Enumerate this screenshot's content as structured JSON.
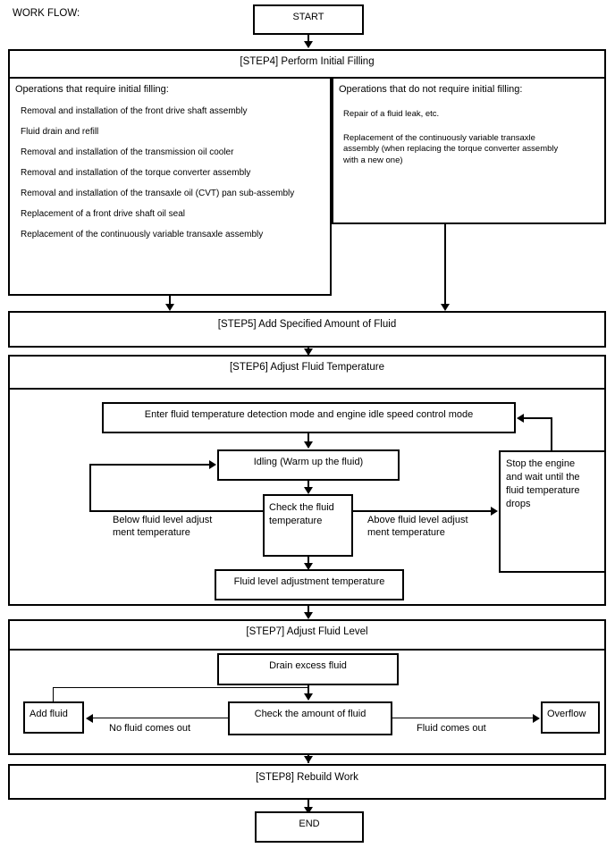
{
  "page": {
    "heading": "WORK FLOW:"
  },
  "nodes": {
    "start": "START",
    "end": "END"
  },
  "steps": {
    "step4": {
      "title": "[STEP4] Perform Initial Filling",
      "left_pane": {
        "title": "Operations that require initial filling:",
        "items": [
          "Removal and installation of the front drive shaft assembly",
          "Fluid drain and refill",
          "Removal and installation of the transmission oil cooler",
          "Removal and installation of the torque converter assembly",
          "Removal and installation of the transaxle oil (CVT) pan sub-assembly",
          "Replacement of a front drive shaft oil seal",
          "Replacement of the continuously variable transaxle assembly"
        ]
      },
      "right_pane": {
        "title": "Operations that do not require initial filling:",
        "items": [
          "Repair of a fluid leak, etc.",
          "Replacement of the continuously variable transaxle assembly (when replacing the torque converter assembly with a new one)"
        ]
      }
    },
    "step5": {
      "title": "[STEP5] Add Specified Amount of Fluid"
    },
    "step6": {
      "title": "[STEP6] Adjust Fluid Temperature",
      "boxes": {
        "enter_mode": "Enter fluid temperature detection mode and engine idle speed control mode",
        "idling": "Idling (Warm up the fluid)",
        "check_temp": "Check the fluid\ntemperature",
        "stop_engine": "Stop the engine\nand wait until the\nfluid temperature\ndrops",
        "adjustment_temp": "Fluid level adjustment temperature"
      },
      "edge_labels": {
        "below": "Below fluid level adjust\nment temperature",
        "above": "Above fluid level adjust\nment temperature"
      }
    },
    "step7": {
      "title": "[STEP7] Adjust Fluid Level",
      "boxes": {
        "drain": "Drain excess fluid",
        "check_amount": "Check the amount of fluid",
        "add_fluid": "Add fluid",
        "overflow": "Overflow"
      },
      "edge_labels": {
        "no_fluid": "No fluid comes out",
        "fluid_out": "Fluid comes out"
      }
    },
    "step8": {
      "title": "[STEP8] Rebuild Work"
    }
  },
  "colors": {
    "stroke": "#000000",
    "background": "#ffffff"
  }
}
